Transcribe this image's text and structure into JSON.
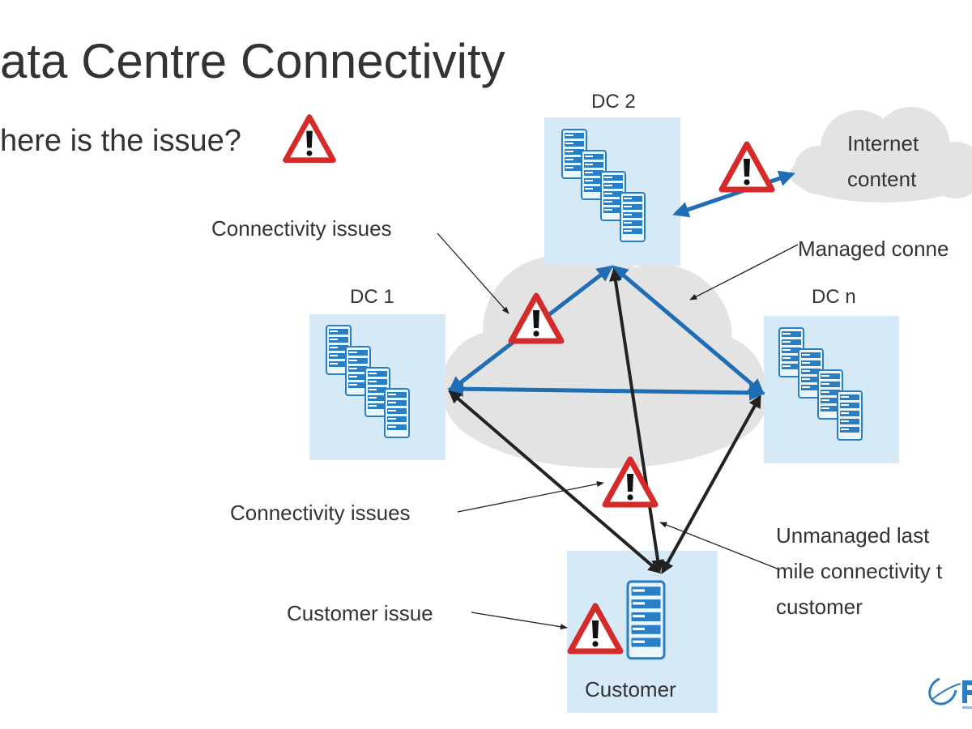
{
  "slide": {
    "title": "ata Centre Connectivity",
    "subtitle": "here is the issue?"
  },
  "nodes": {
    "dc1": "DC 1",
    "dc2": "DC 2",
    "dcn": "DC n",
    "customer": "Customer",
    "internet_line1": "Internet",
    "internet_line2": "content"
  },
  "annotations": {
    "connectivity_issues_top": "Connectivity issues",
    "connectivity_issues_bottom": "Connectivity issues",
    "managed_connectivity": "Managed conne",
    "unmanaged_line1": "Unmanaged last",
    "unmanaged_line2": "mile connectivity t",
    "unmanaged_line3": "customer",
    "customer_issue": "Customer issue"
  },
  "colors": {
    "managed_link": "#1f6db5",
    "unmanaged_link": "#333333",
    "dc_box": "#d6e9f6",
    "cloud": "#e3e3e3",
    "warning_red": "#d42a2a"
  },
  "icons": [
    "server-stack-icon",
    "warning-icon",
    "cloud-icon",
    "logo-icon"
  ]
}
